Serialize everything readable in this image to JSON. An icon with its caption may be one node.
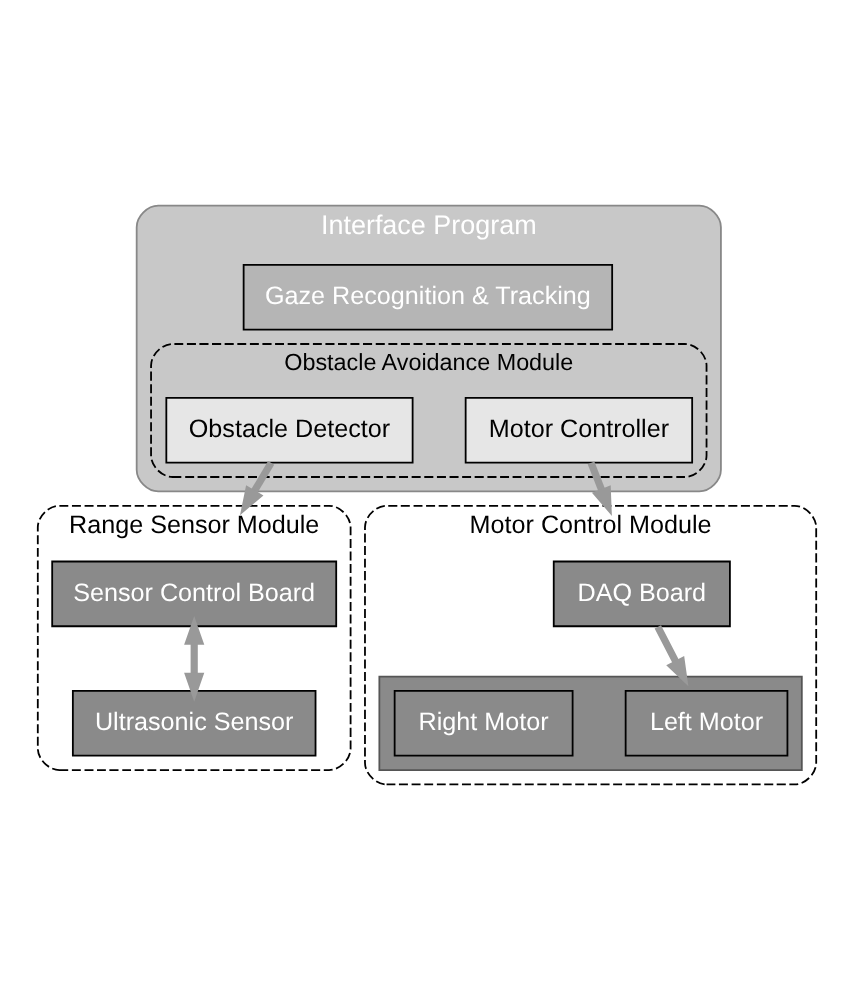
{
  "diagram": {
    "nodes": [
      {
        "text": [
          "Interface Program"
        ]
      },
      {
        "text": [
          "Gaze Recognition & Tracking"
        ],
        "in": 0
      },
      {
        "text": [
          "Obstacle Avoidance Module"
        ],
        "in": 0
      },
      {
        "text": [
          "Obstacle Detector"
        ],
        "in": 2
      },
      {
        "text": [
          "Motor Controller"
        ],
        "in": 2
      },
      {
        "text": [
          "Range Sensor Module"
        ]
      },
      {
        "text": [
          "Sensor Control Board"
        ],
        "in": 5
      },
      {
        "text": [
          "Ultrasonic Sensor"
        ],
        "in": 5
      },
      {
        "text": [
          "Motor Control Module"
        ]
      },
      {
        "text": [
          "DAQ Board"
        ],
        "in": 8
      },
      {
        "text": [],
        "shape": "box",
        "in": 8
      },
      {
        "text": [
          "Left Motor"
        ],
        "in": 10
      },
      {
        "text": [
          "Right Motor"
        ],
        "in": 10
      }
    ],
    "edges": [
      {
        "from": 3,
        "to": 5,
        "arrow": "to"
      },
      {
        "from": 4,
        "to": 8,
        "arrow": "to"
      },
      {
        "from": 6,
        "to": 7,
        "arrow": "both"
      },
      {
        "from": 9,
        "to": 10,
        "arrow": "to"
      }
    ]
  }
}
